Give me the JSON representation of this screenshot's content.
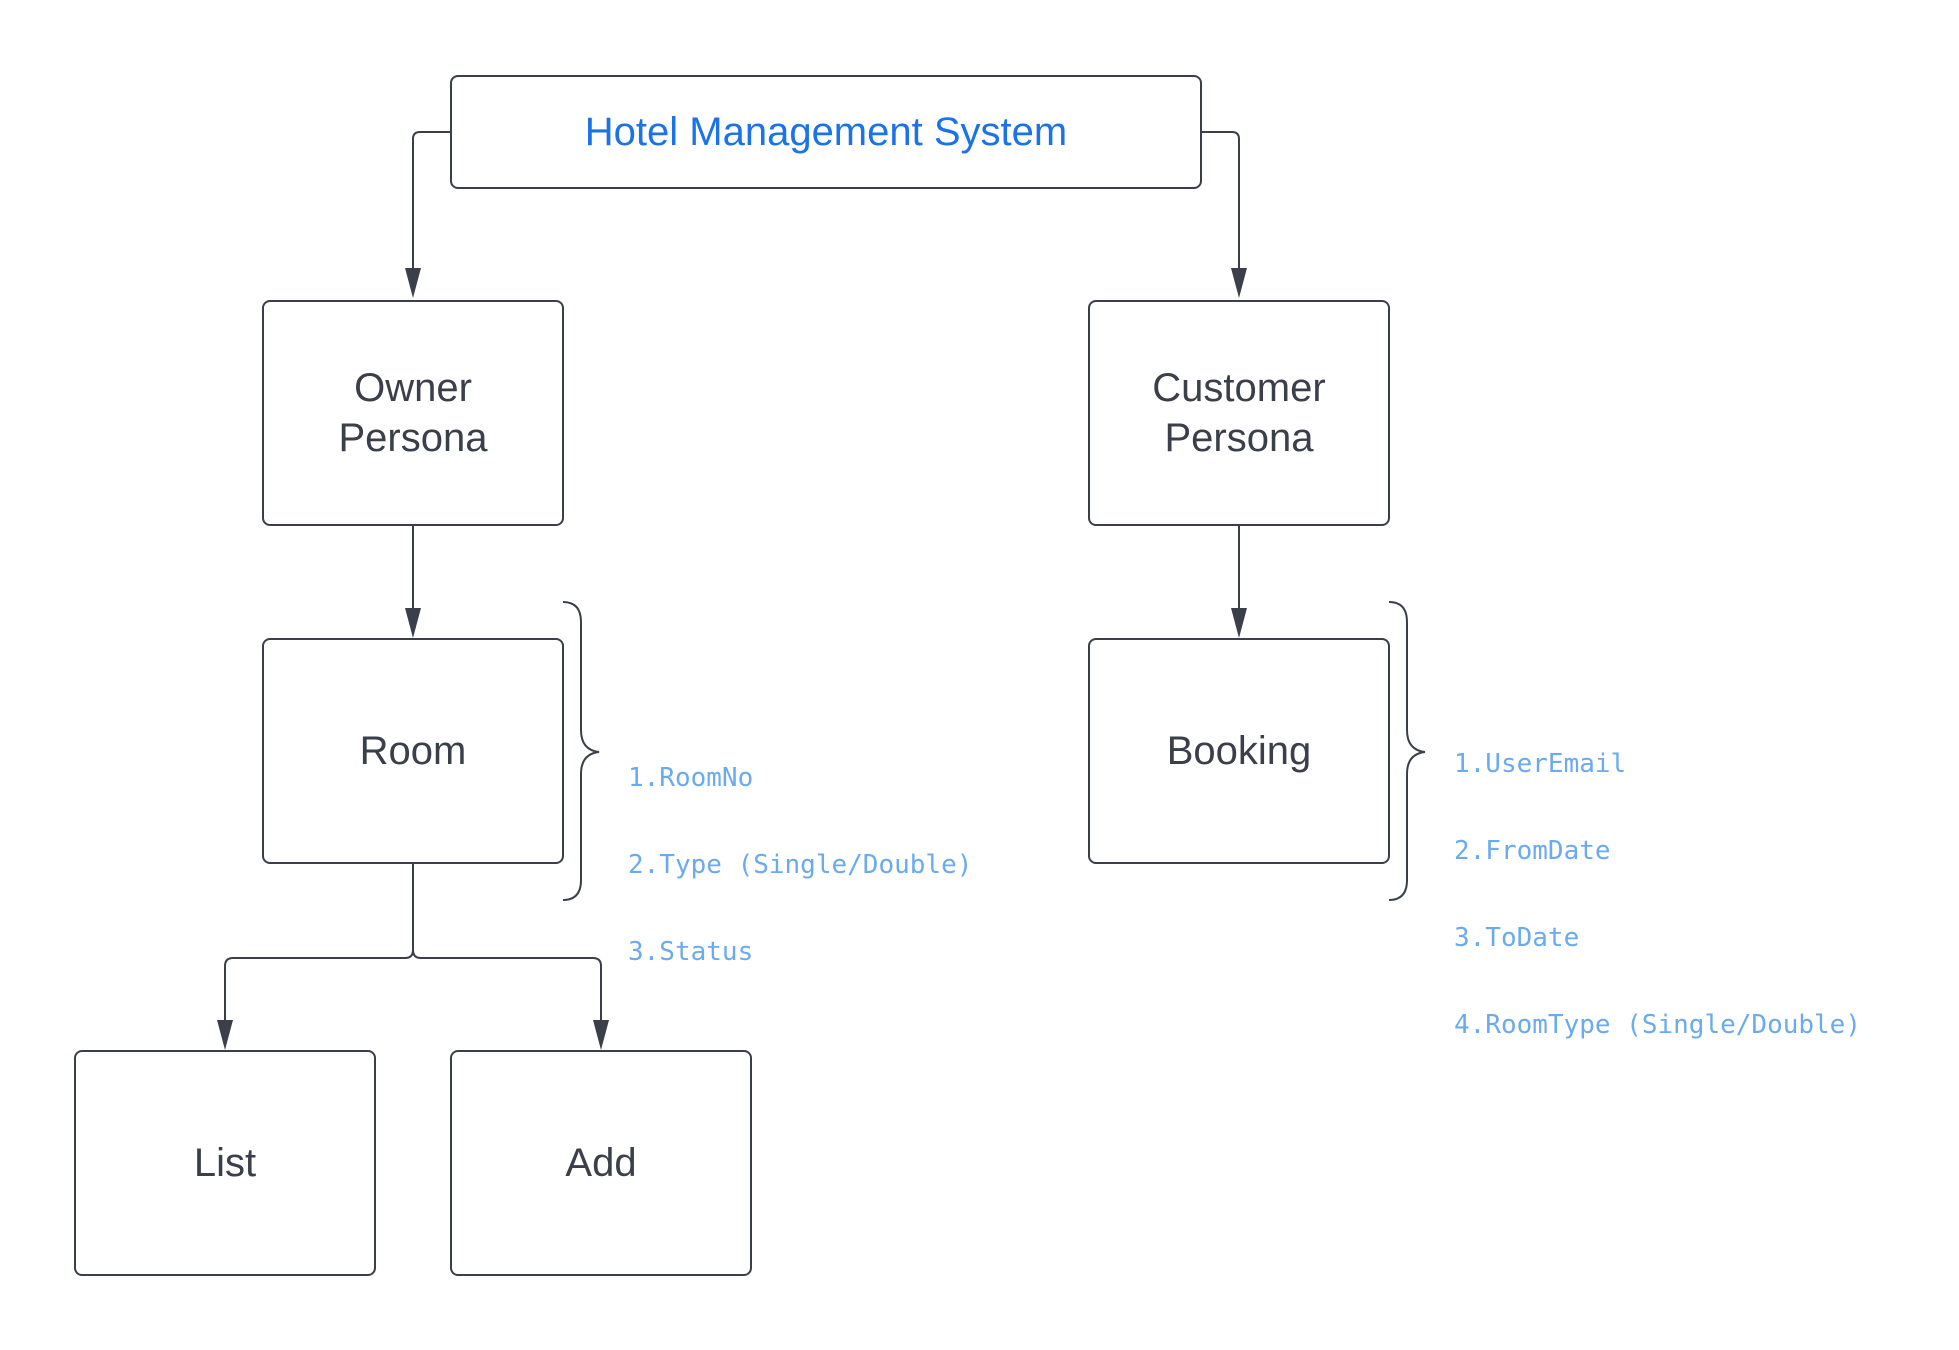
{
  "diagram": {
    "title": "Hotel Management System",
    "nodes": {
      "owner": "Owner\nPersona",
      "customer": "Customer\nPersona",
      "room": "Room",
      "booking": "Booking",
      "list": "List",
      "add": "Add"
    },
    "room_attributes": [
      "1.RoomNo",
      "2.Type (Single/Double)",
      "3.Status"
    ],
    "booking_attributes": [
      "1.UserEmail",
      "2.FromDate",
      "3.ToDate",
      "4.RoomType (Single/Double)"
    ]
  },
  "colors": {
    "line": "#3a3f4a",
    "title_text": "#1a73e8",
    "attribute_text": "#6aaaf0"
  }
}
